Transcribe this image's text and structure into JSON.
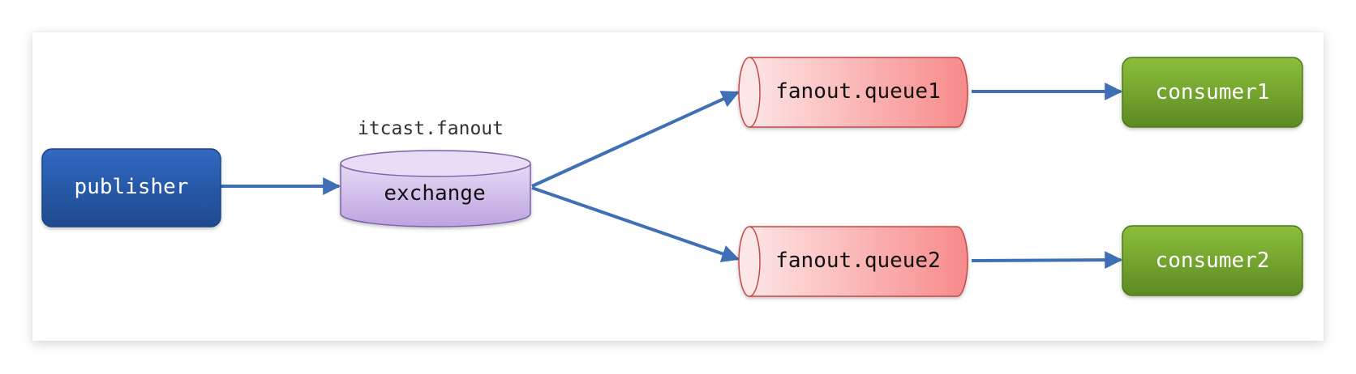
{
  "nodes": {
    "publisher": {
      "label": "publisher",
      "color": "#2a5ba8"
    },
    "exchange": {
      "label": "exchange",
      "caption": "itcast.fanout",
      "color": "#c9b4e6"
    },
    "queue1": {
      "label": "fanout.queue1",
      "color": "#f99090"
    },
    "queue2": {
      "label": "fanout.queue2",
      "color": "#f99090"
    },
    "consumer1": {
      "label": "consumer1",
      "color": "#6e9e2a"
    },
    "consumer2": {
      "label": "consumer2",
      "color": "#6e9e2a"
    }
  },
  "edges": [
    {
      "from": "publisher",
      "to": "exchange"
    },
    {
      "from": "exchange",
      "to": "queue1"
    },
    {
      "from": "exchange",
      "to": "queue2"
    },
    {
      "from": "queue1",
      "to": "consumer1"
    },
    {
      "from": "queue2",
      "to": "consumer2"
    }
  ],
  "arrow_color": "#3f6fb5"
}
